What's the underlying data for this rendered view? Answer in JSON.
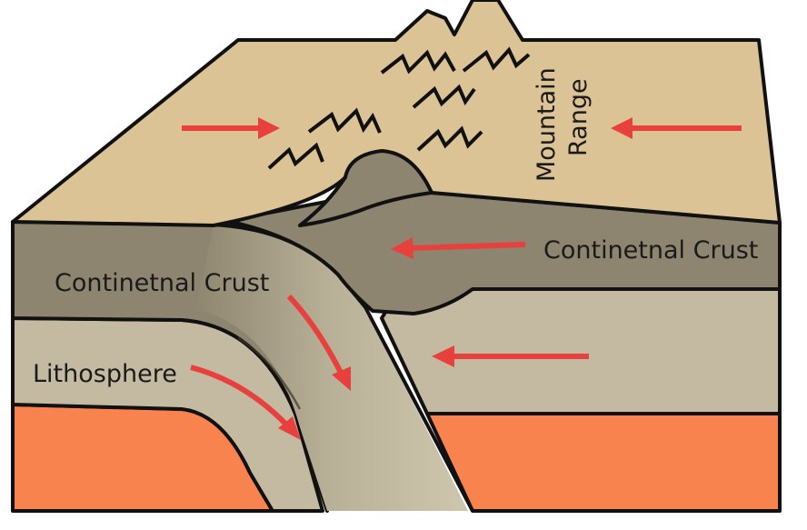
{
  "labels": {
    "mountain_line1": "Mountain",
    "mountain_line2": "Range",
    "crust_right": "Continetnal Crust",
    "crust_left": "Continetnal Crust",
    "lithosphere": "Lithosphere"
  },
  "colors": {
    "surface": "#dcc396",
    "crust": "#8d8570",
    "lithosphere": "#c4baa1",
    "asthenosphere": "#f9834f",
    "slab": "#b7ae96",
    "outline": "#111111",
    "arrow": "#e8413d",
    "background": "#ffffff"
  }
}
